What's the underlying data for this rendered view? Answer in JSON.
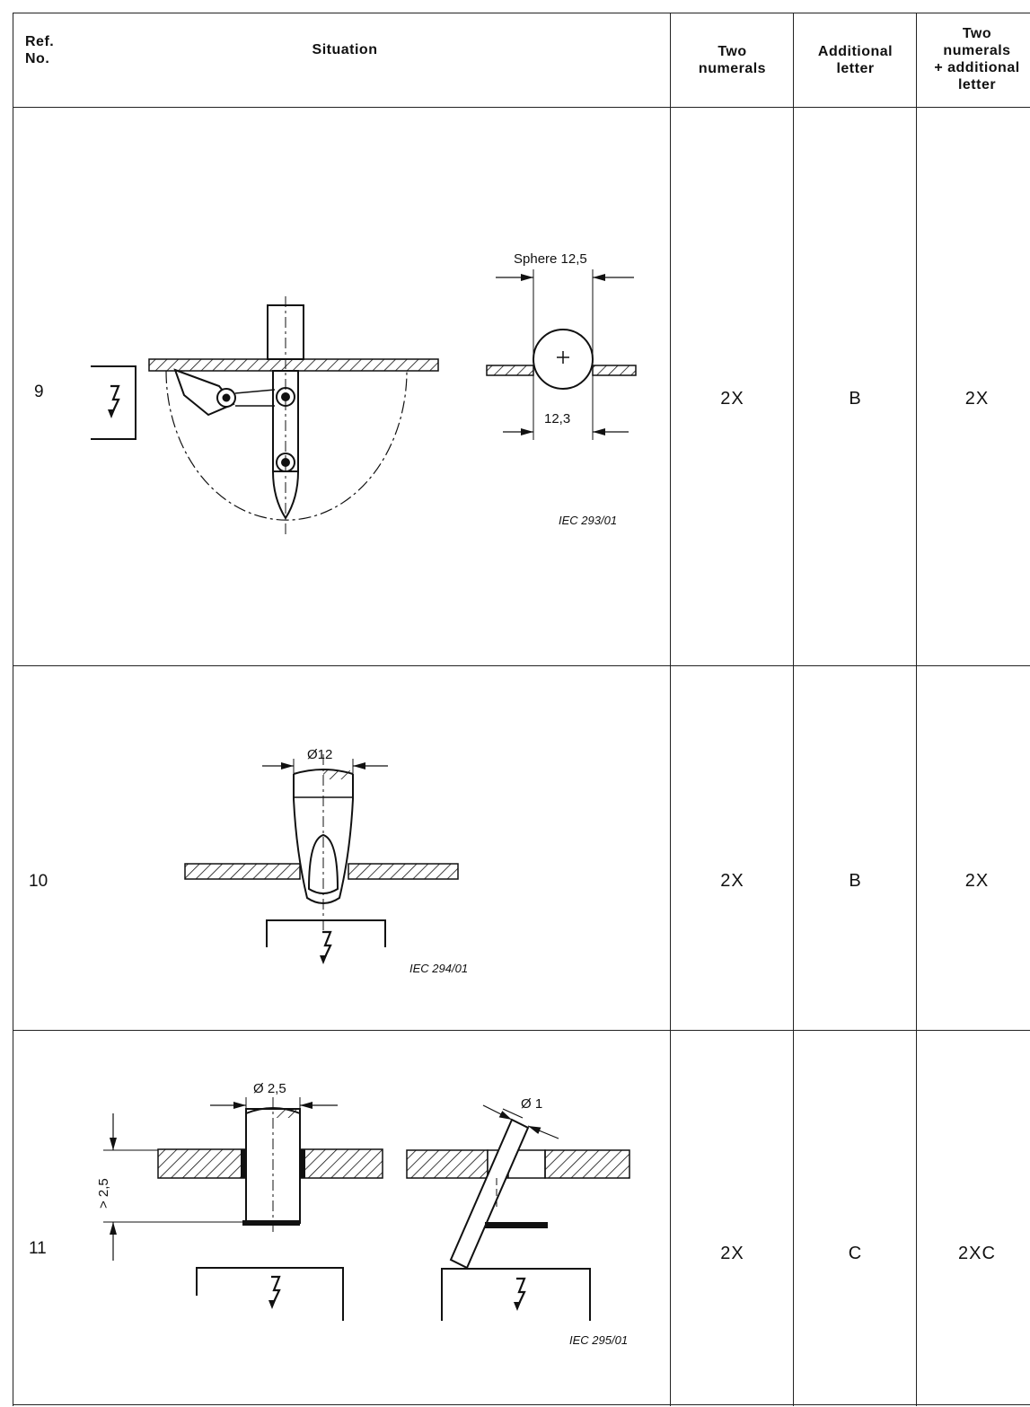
{
  "header": {
    "ref_line1": "Ref.",
    "ref_line2": "No.",
    "situation": "Situation",
    "col3_line1": "Two",
    "col3_line2": "numerals",
    "col4_line1": "Additional",
    "col4_line2": "letter",
    "col5_line1": "Two",
    "col5_line2": "numerals",
    "col5_line3": "+ additional",
    "col5_line4": "letter"
  },
  "rows": [
    {
      "ref": "9",
      "two_numerals": "2X",
      "additional_letter": "B",
      "combined": "2X",
      "labels": {
        "sphere": "Sphere 12,5",
        "dim": "12,3",
        "iec": "IEC   293/01"
      }
    },
    {
      "ref": "10",
      "two_numerals": "2X",
      "additional_letter": "B",
      "combined": "2X",
      "labels": {
        "dim": "Ø12",
        "iec": "IEC   294/01"
      }
    },
    {
      "ref": "11",
      "two_numerals": "2X",
      "additional_letter": "C",
      "combined": "2XC",
      "labels": {
        "dim_a": "Ø 2,5",
        "dim_b": "Ø 1",
        "depth": "> 2,5",
        "iec": "IEC   295/01"
      }
    }
  ],
  "icons": {
    "hazard": "high-voltage-arrow-icon"
  }
}
